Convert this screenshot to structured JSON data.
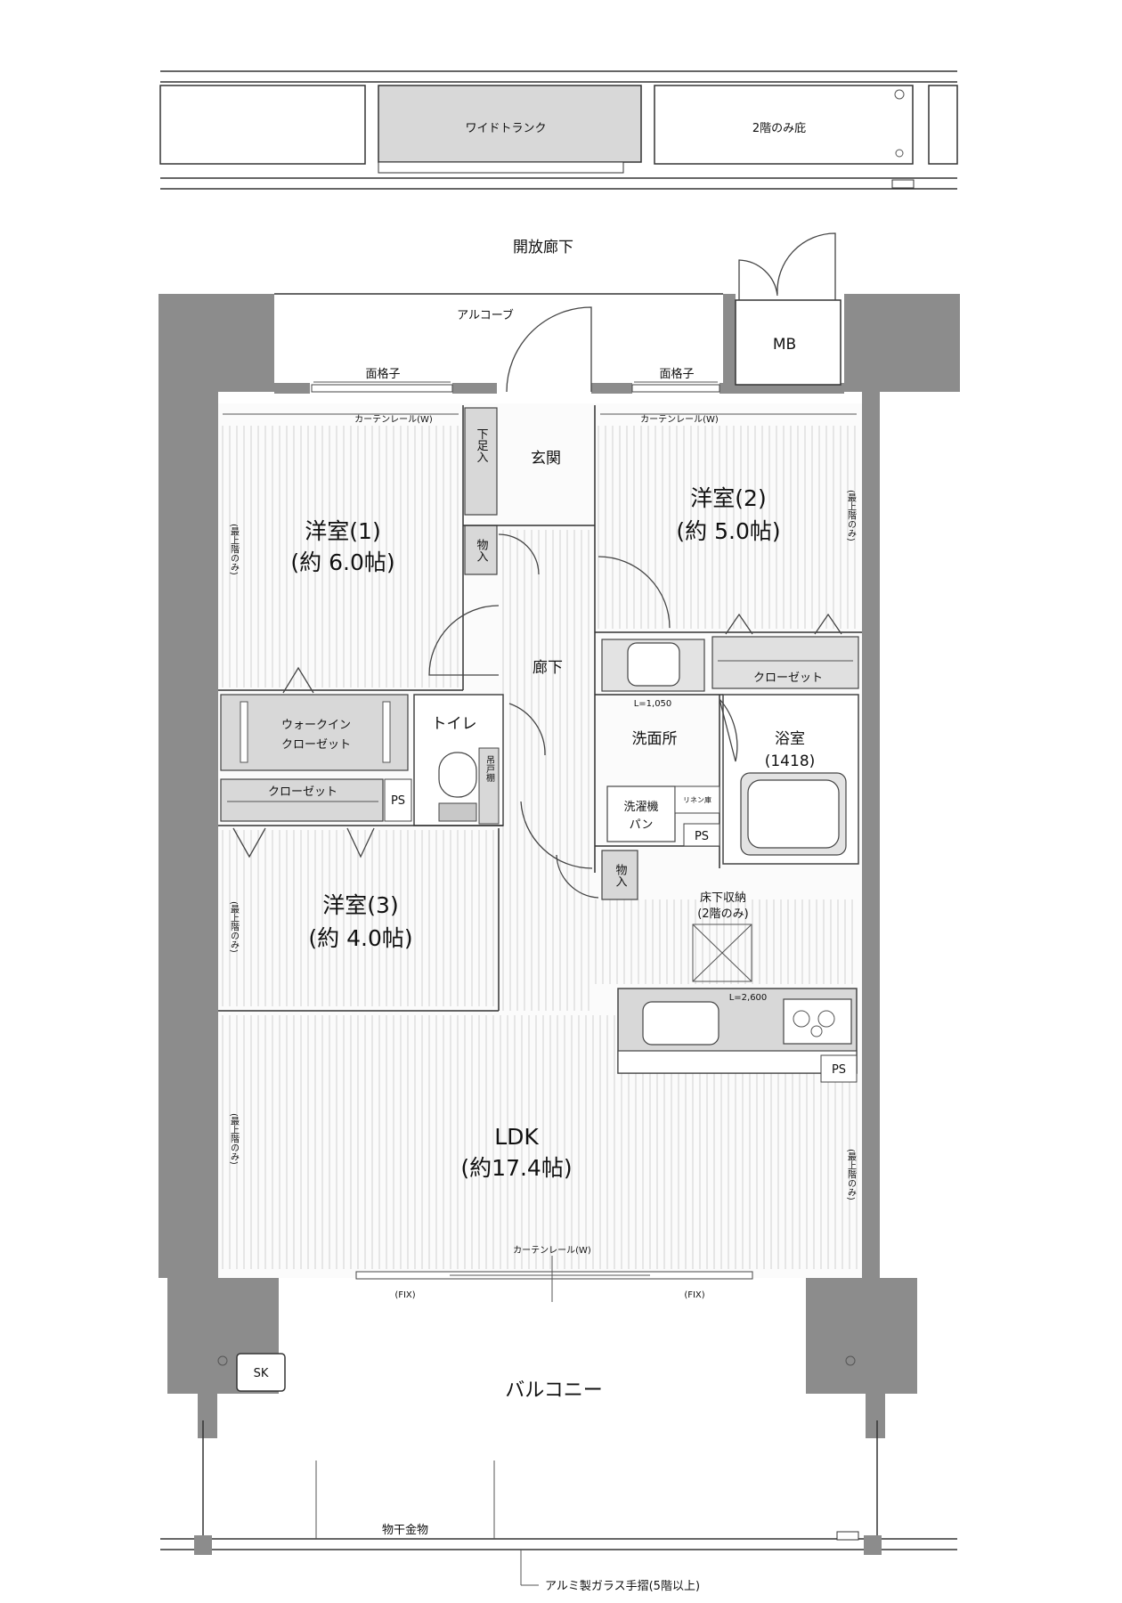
{
  "top": {
    "wide_trunk": "ワイドトランク",
    "eave": "2階のみ庇",
    "open_corridor": "開放廊下"
  },
  "entry": {
    "alcove": "アルコーブ",
    "mb": "MB",
    "lattice_left": "面格子",
    "lattice_right": "面格子",
    "curtain_left": "カーテンレール(W)",
    "curtain_right": "カーテンレール(W)",
    "shoe_storage": "下足入",
    "genkan": "玄関",
    "storage_entry": "物入"
  },
  "rooms": {
    "room1_name": "洋室(1)",
    "room1_size": "(約 6.0帖)",
    "room2_name": "洋室(2)",
    "room2_size": "(約 5.0帖)",
    "room3_name": "洋室(3)",
    "room3_size": "(約 4.0帖)",
    "hall": "廊下",
    "walkin_1": "ウォークイン",
    "walkin_2": "クローゼット",
    "closet_r1": "クローゼット",
    "closet_r2": "クローゼット",
    "ps_left": "PS",
    "toilet": "トイレ",
    "hanging_shelf": "吊戸棚",
    "washroom": "洗面所",
    "washroom_len": "L=1,050",
    "washer_1": "洗濯機",
    "washer_2": "パン",
    "linen": "リネン庫",
    "ps_wash": "PS",
    "bath": "浴室",
    "bath_size": "(1418)",
    "storage_ldk": "物入",
    "underfloor_1": "床下収納",
    "underfloor_2": "(2階のみ)",
    "kitchen_len": "L=2,600",
    "ps_kitchen": "PS",
    "ldk_name": "LDK",
    "ldk_size": "(約17.4帖)",
    "curtain_ldk": "カーテンレール(W)",
    "fix_left": "(FIX)",
    "fix_right": "(FIX)",
    "top_floor_only": "(最上階のみ)"
  },
  "balcony": {
    "name": "バルコニー",
    "sk": "SK",
    "drying": "物干金物",
    "railing": "アルミ製ガラス手摺(5階以上)"
  }
}
